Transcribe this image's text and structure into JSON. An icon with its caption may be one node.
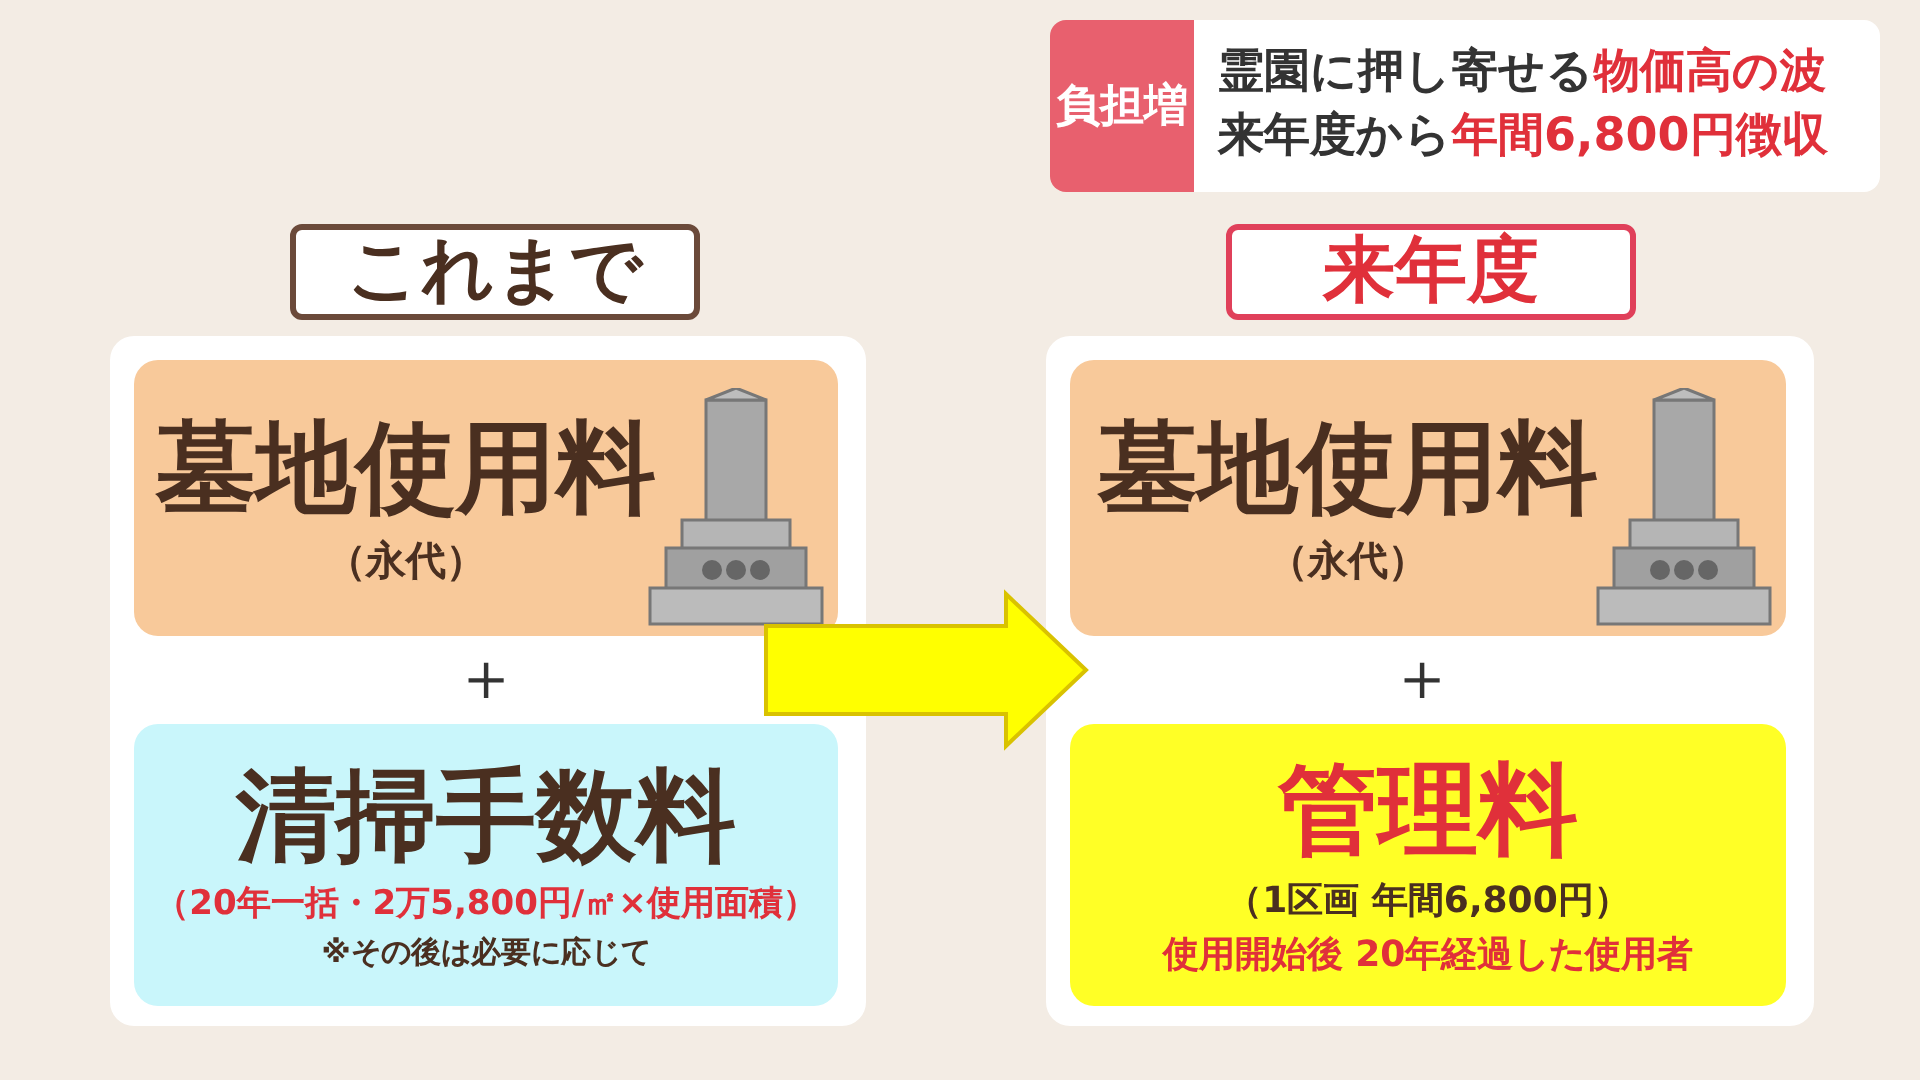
{
  "diagram": {
    "nodes": [
      {
        "text": [
          "これまで"
        ]
      },
      {
        "text": [],
        "shape": "box"
      },
      {
        "text": [
          "墓地使用料",
          "（永代）"
        ],
        "in": 1
      },
      {
        "text": [
          "清掃手数料",
          "（20年一括・2万5,800円/㎡×使用面積）",
          "※その後は必要に応じて"
        ],
        "in": 1
      },
      {
        "text": [
          "来年度"
        ]
      },
      {
        "text": [],
        "shape": "box"
      },
      {
        "text": [
          "墓地使用料",
          "（永代）"
        ],
        "in": 5
      },
      {
        "text": [
          "管理料",
          "（1区画 年間6,800円）",
          "使用開始後 20年経過した使用者"
        ],
        "in": 5
      },
      {
        "text": [
          "負担増"
        ]
      },
      {
        "text": [
          "霊園に押し寄せる**物価高の波**",
          "来年度から**年間6,800円徴収**"
        ]
      }
    ],
    "edges": [
      {
        "from": 1,
        "to": 5,
        "arrow": "to",
        "style": "thick",
        "color": "#ffff00"
      }
    ],
    "labels": [
      "＋",
      "＋"
    ]
  }
}
